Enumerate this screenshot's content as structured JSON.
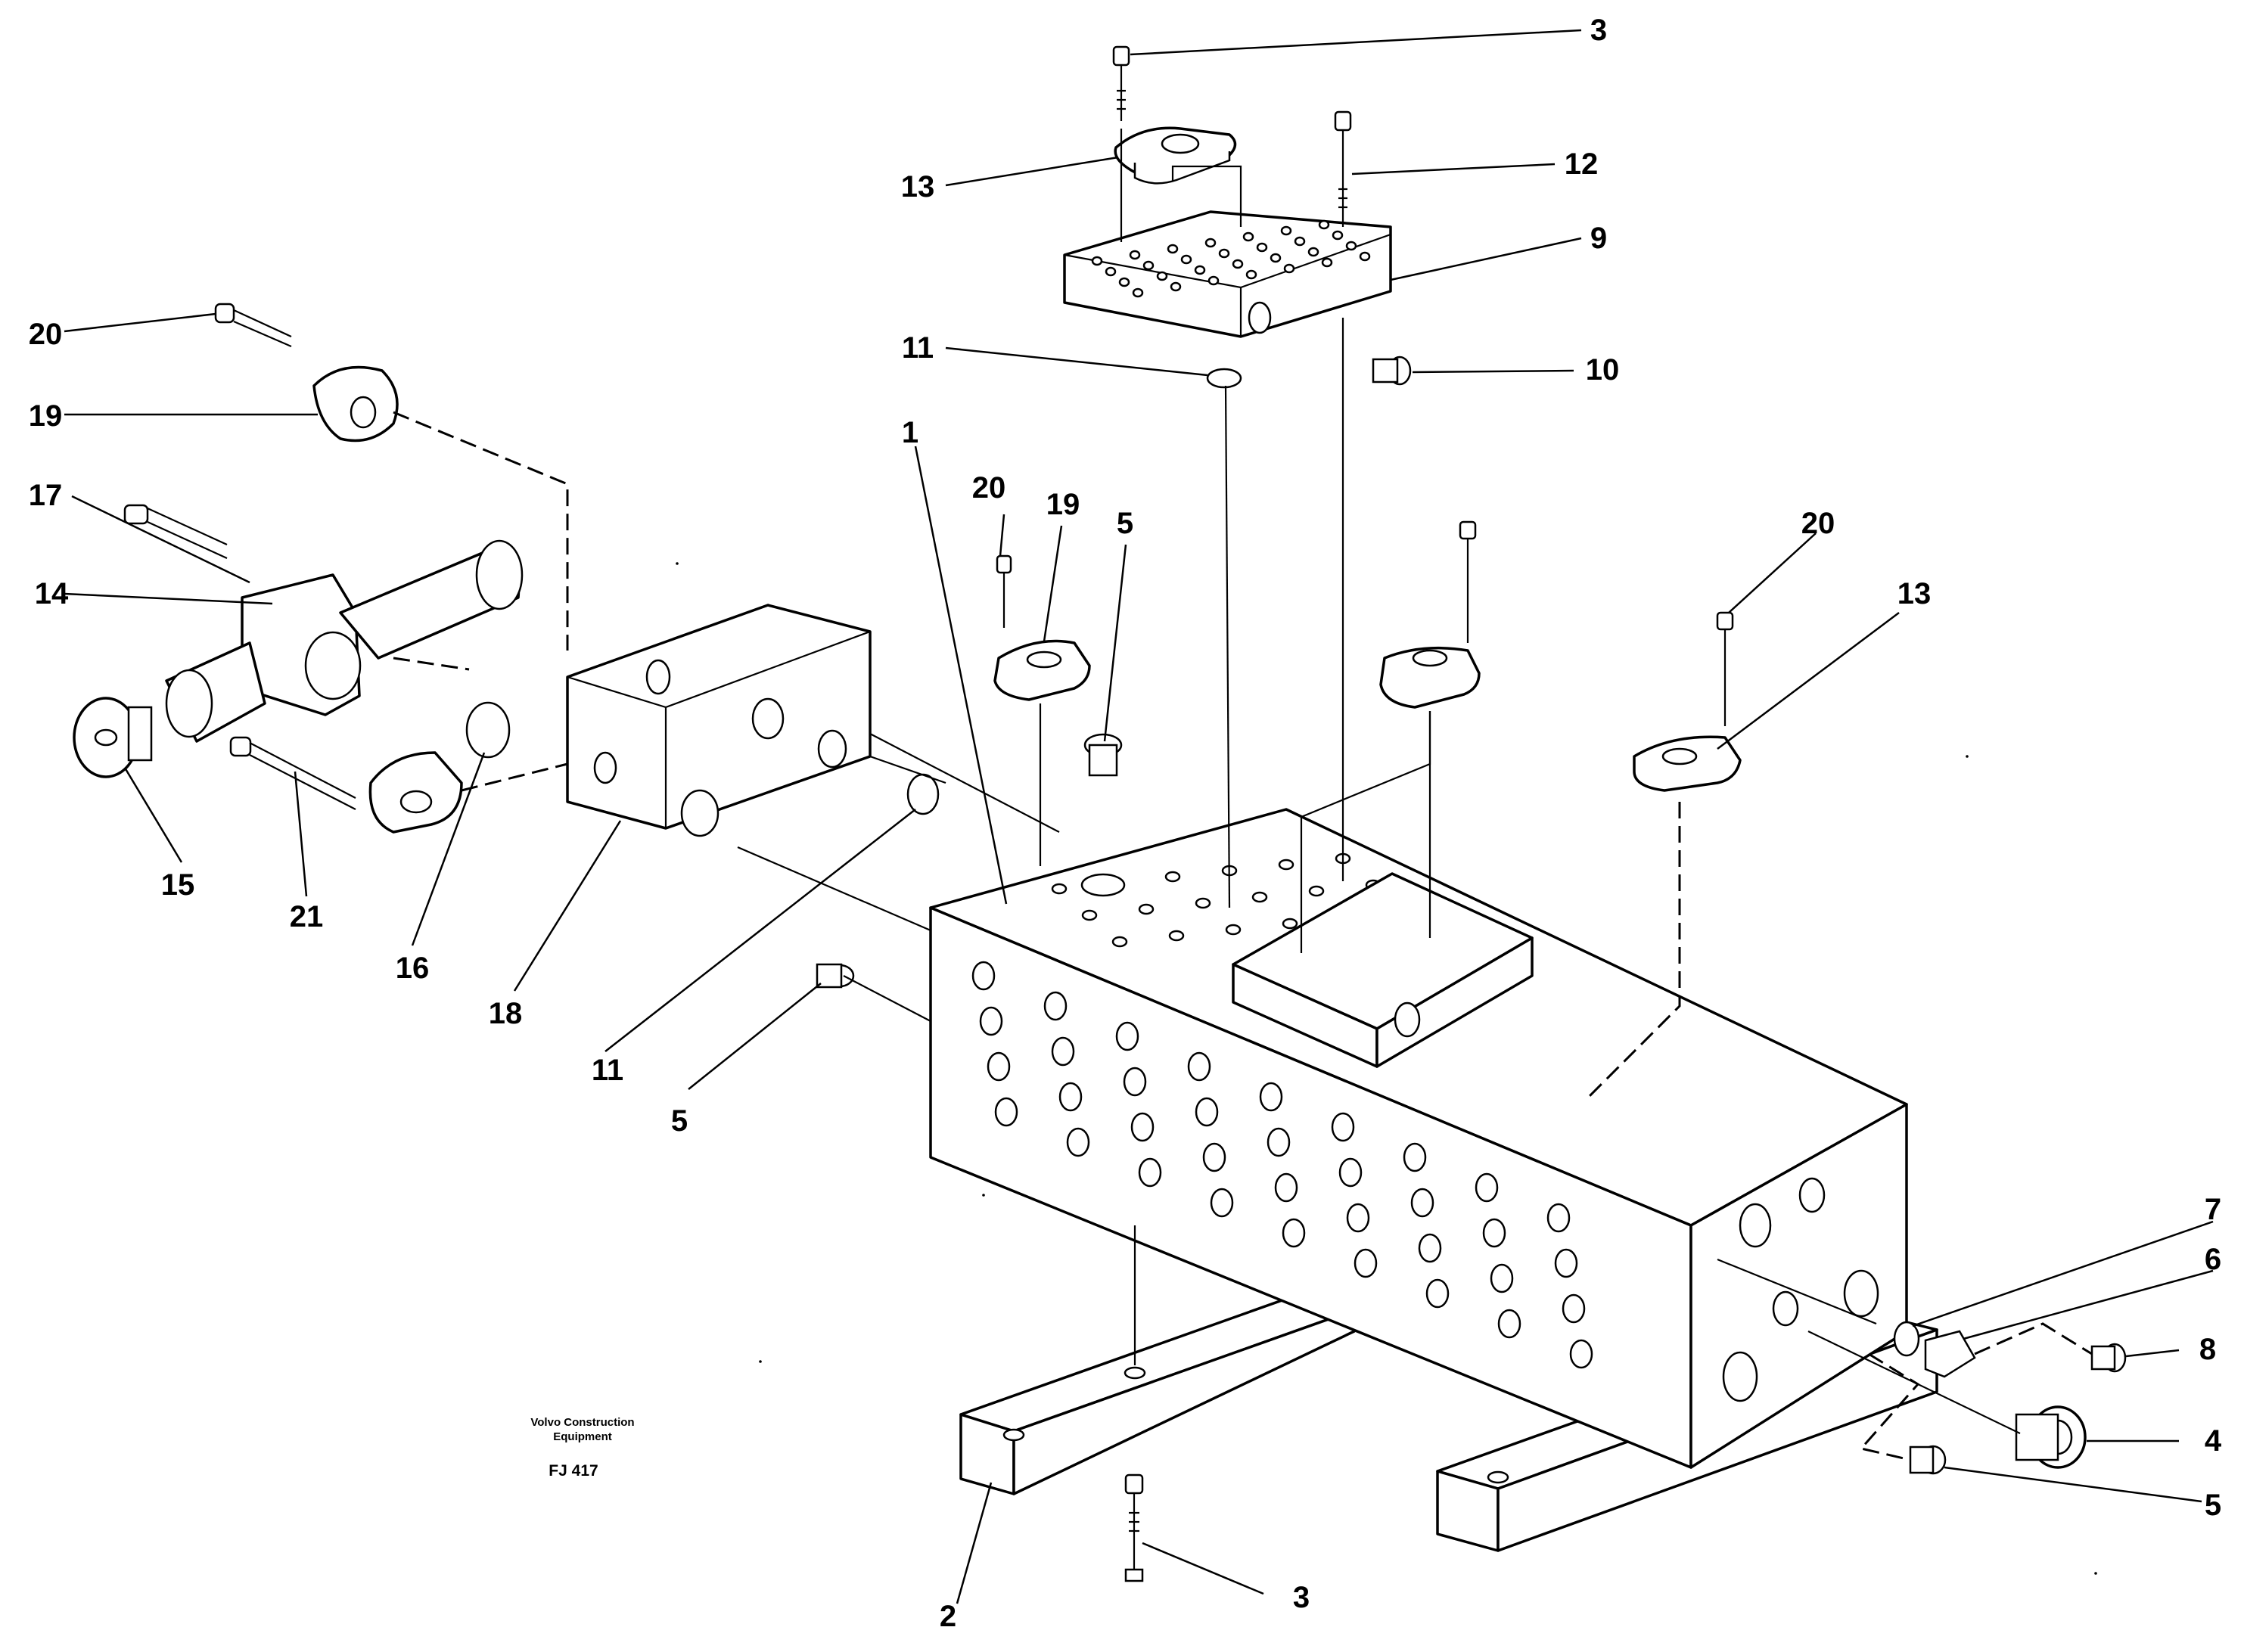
{
  "credit": {
    "line1": "Volvo Construction",
    "line2": "Equipment",
    "reference": "FJ 417"
  },
  "callouts": [
    {
      "id": "c-1",
      "label": "1"
    },
    {
      "id": "c-2",
      "label": "2"
    },
    {
      "id": "c-3-top",
      "label": "3"
    },
    {
      "id": "c-3-bottom",
      "label": "3"
    },
    {
      "id": "c-4",
      "label": "4"
    },
    {
      "id": "c-5-mid",
      "label": "5"
    },
    {
      "id": "c-5-left",
      "label": "5"
    },
    {
      "id": "c-5-right",
      "label": "5"
    },
    {
      "id": "c-6",
      "label": "6"
    },
    {
      "id": "c-7",
      "label": "7"
    },
    {
      "id": "c-8",
      "label": "8"
    },
    {
      "id": "c-9",
      "label": "9"
    },
    {
      "id": "c-10",
      "label": "10"
    },
    {
      "id": "c-11-top",
      "label": "11"
    },
    {
      "id": "c-11-bottom",
      "label": "11"
    },
    {
      "id": "c-12",
      "label": "12"
    },
    {
      "id": "c-13-top",
      "label": "13"
    },
    {
      "id": "c-13-right",
      "label": "13"
    },
    {
      "id": "c-14",
      "label": "14"
    },
    {
      "id": "c-15",
      "label": "15"
    },
    {
      "id": "c-16",
      "label": "16"
    },
    {
      "id": "c-17",
      "label": "17"
    },
    {
      "id": "c-18",
      "label": "18"
    },
    {
      "id": "c-19-left",
      "label": "19"
    },
    {
      "id": "c-19-mid",
      "label": "19"
    },
    {
      "id": "c-20-left",
      "label": "20"
    },
    {
      "id": "c-20-mid",
      "label": "20"
    },
    {
      "id": "c-20-right",
      "label": "20"
    },
    {
      "id": "c-21",
      "label": "21"
    }
  ]
}
